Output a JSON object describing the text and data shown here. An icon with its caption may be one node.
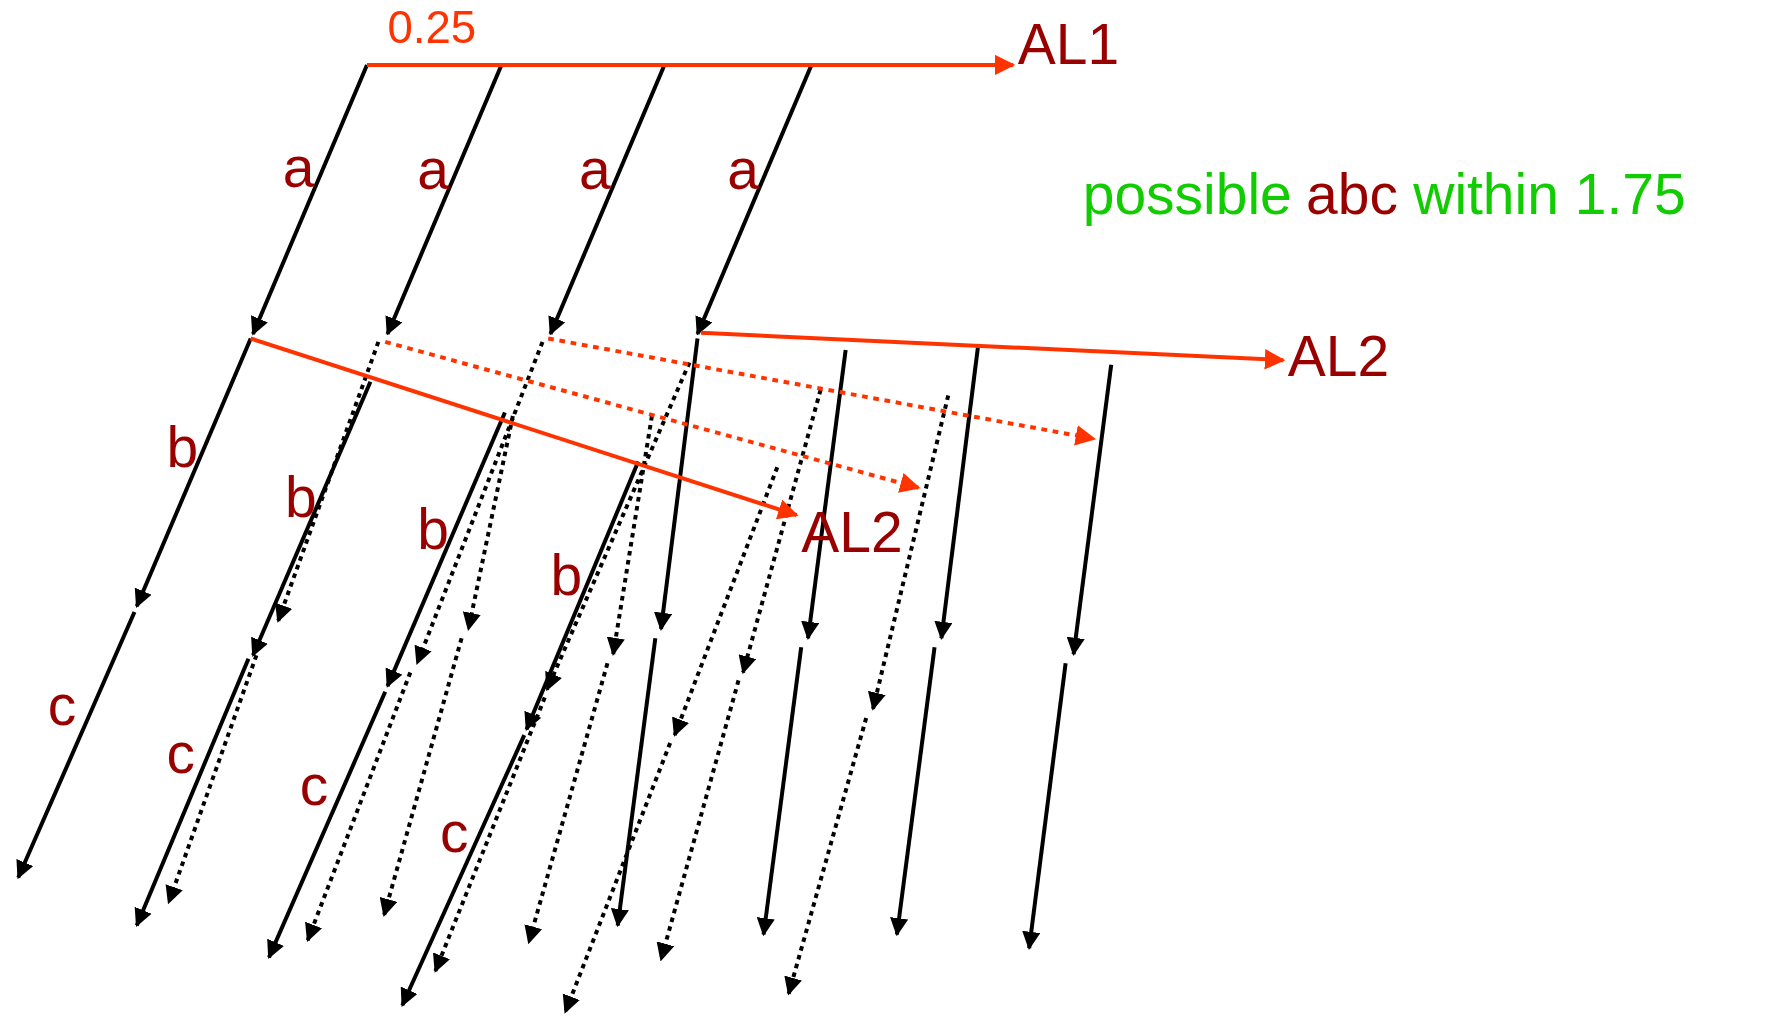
{
  "diagram": {
    "nodes": [
      {
        "text": [
          "AL1"
        ]
      },
      {
        "text": [
          "AL2"
        ]
      },
      {
        "text": [
          "AL2"
        ]
      }
    ],
    "edges": [
      {
        "from": null,
        "to": 0,
        "arrow": "to"
      },
      {
        "from": null,
        "to": 1,
        "arrow": "to"
      },
      {
        "from": null,
        "to": 2,
        "arrow": "to"
      }
    ],
    "labels": [
      "0.25",
      "a",
      "a",
      "a",
      "a",
      "possible",
      "abc",
      "within 1.75",
      "b",
      "b",
      "b",
      "b",
      "c",
      "c",
      "c",
      "c"
    ]
  }
}
